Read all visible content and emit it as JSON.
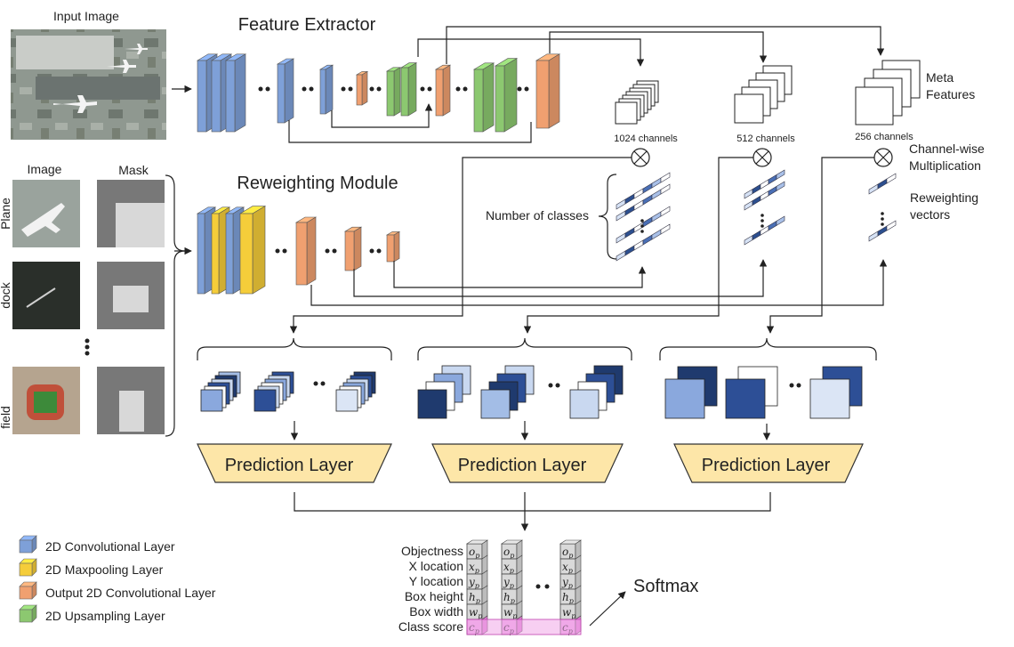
{
  "titles": {
    "input_image": "Input Image",
    "feature_extractor": "Feature Extractor",
    "reweighting_module": "Reweighting Module",
    "image_col": "Image",
    "mask_col": "Mask",
    "meta_features": "Meta\nFeatures",
    "channel_mult": "Channel-wise\nMultiplication",
    "reweight_vectors": "Reweighting\nvectors",
    "num_classes": "Number of classes",
    "softmax": "Softmax"
  },
  "row_labels": [
    "Plane",
    "dock",
    "field"
  ],
  "channels": [
    "1024 channels",
    "512 channels",
    "256 channels"
  ],
  "prediction_layers": [
    "Prediction Layer",
    "Prediction Layer",
    "Prediction Layer"
  ],
  "outputs": {
    "row_labels": [
      "Objectness",
      "X location",
      "Y location",
      "Box height",
      "Box width",
      "Class score"
    ],
    "cell_symbols": [
      "o",
      "x",
      "y",
      "h",
      "w",
      "c"
    ],
    "cell_subscript": "p"
  },
  "legend": [
    {
      "label": "2D Convolutional Layer",
      "color": "#7ea0d8"
    },
    {
      "label": "2D Maxpooling Layer",
      "color": "#f5cd3a"
    },
    {
      "label": "Output 2D Convolutional Layer",
      "color": "#f0a070"
    },
    {
      "label": "2D Upsampling Layer",
      "color": "#8cc870"
    }
  ],
  "colors": {
    "conv": "#7ea0d8",
    "maxpool": "#f5cd3a",
    "output_conv": "#f0a070",
    "upsample": "#8cc870",
    "prediction": "#fde6a8",
    "class_score_highlight": "#f0a8e8"
  }
}
